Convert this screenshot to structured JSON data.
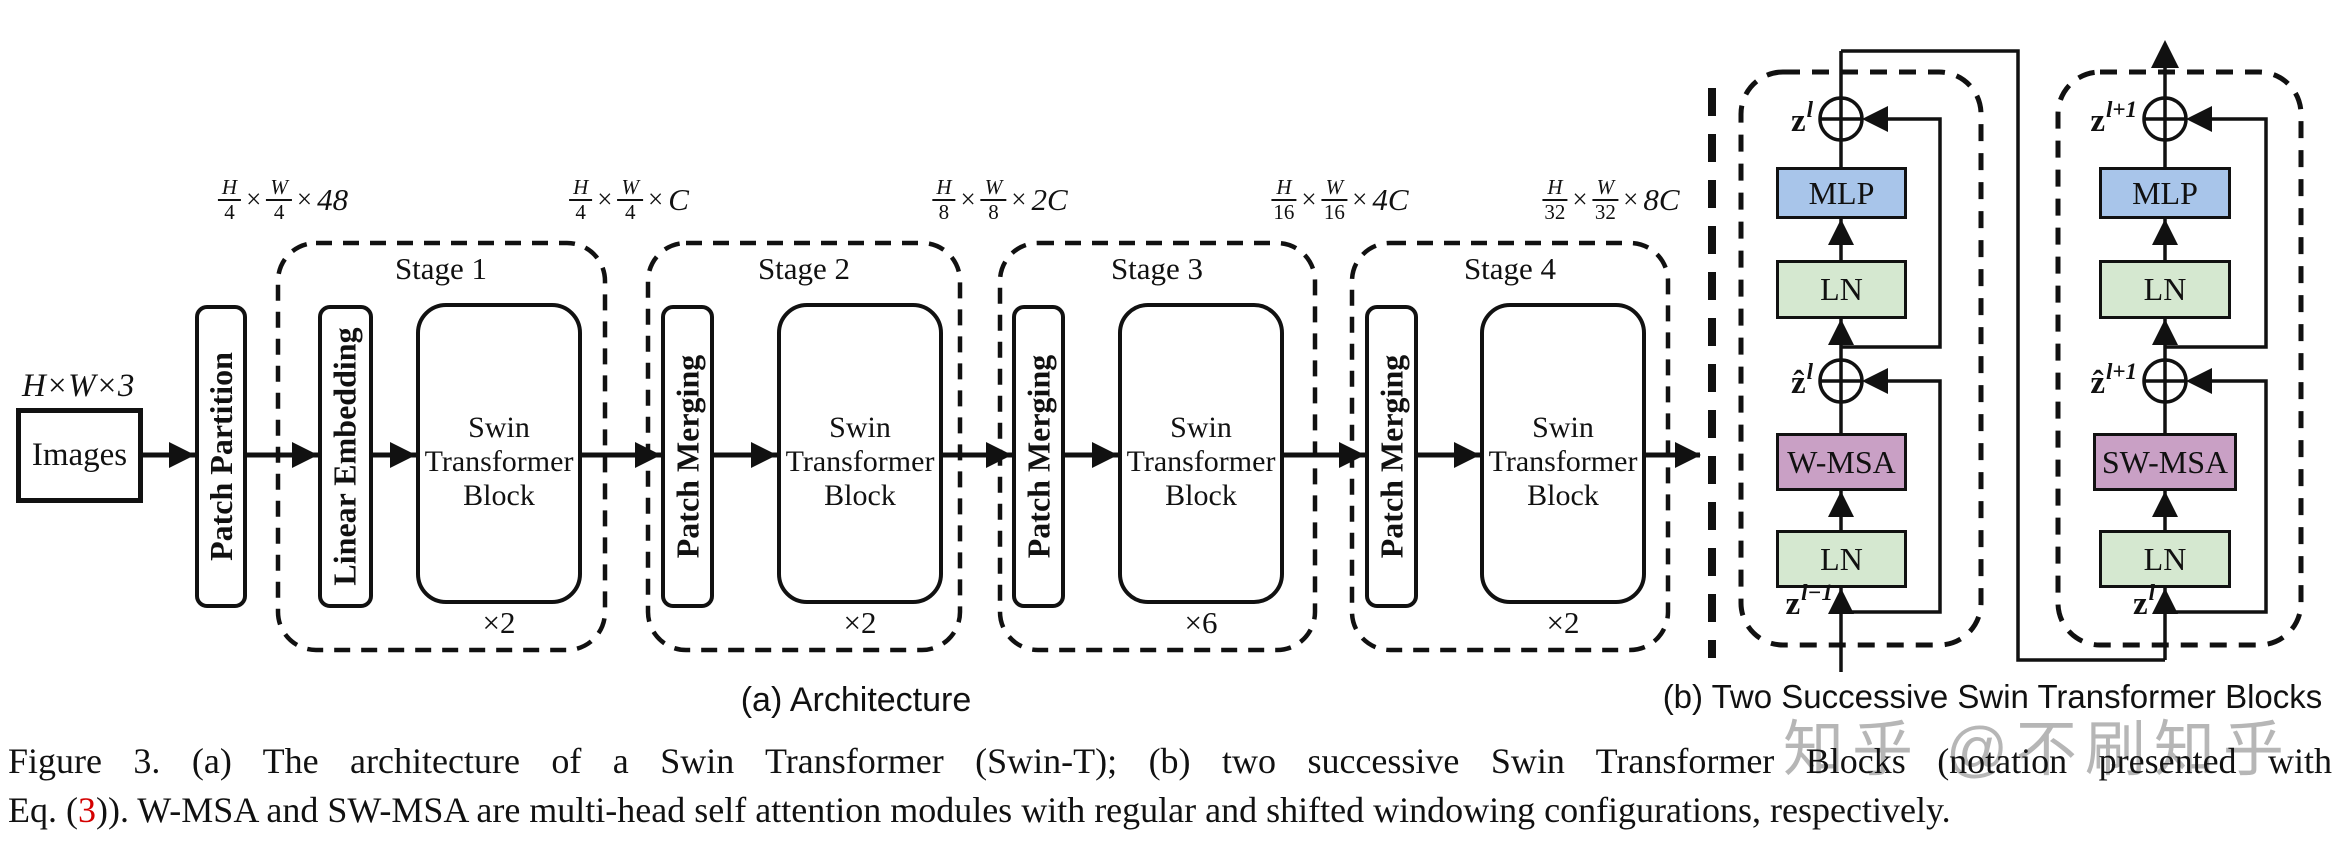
{
  "sym": {
    "times": "×"
  },
  "panel_a": {
    "caption": "(a) Architecture",
    "input_dim": "H×W×3",
    "input_label": "Images",
    "patch_partition": "Patch Partition",
    "dims": [
      {
        "n1": "H",
        "d1": "4",
        "n2": "W",
        "d2": "4",
        "tail": "48"
      },
      {
        "n1": "H",
        "d1": "4",
        "n2": "W",
        "d2": "4",
        "tail": "C"
      },
      {
        "n1": "H",
        "d1": "8",
        "n2": "W",
        "d2": "8",
        "tail": "2C"
      },
      {
        "n1": "H",
        "d1": "16",
        "n2": "W",
        "d2": "16",
        "tail": "4C"
      },
      {
        "n1": "H",
        "d1": "32",
        "n2": "W",
        "d2": "32",
        "tail": "8C"
      }
    ],
    "stages": [
      {
        "name": "Stage 1",
        "pre": "Linear Embedding",
        "block": "Swin\nTransformer\nBlock",
        "mult": "×2"
      },
      {
        "name": "Stage 2",
        "pre": "Patch Merging",
        "block": "Swin\nTransformer\nBlock",
        "mult": "×2"
      },
      {
        "name": "Stage 3",
        "pre": "Patch Merging",
        "block": "Swin\nTransformer\nBlock",
        "mult": "×6"
      },
      {
        "name": "Stage 4",
        "pre": "Patch Merging",
        "block": "Swin\nTransformer\nBlock",
        "mult": "×2"
      }
    ]
  },
  "panel_b": {
    "caption": "(b) Two Successive Swin Transformer Blocks",
    "blocks": [
      {
        "mlp": "MLP",
        "ln_top": "LN",
        "msa": "W-MSA",
        "ln_bottom": "LN",
        "out_base": "z",
        "out_sup": "l",
        "mid_base": "ẑ",
        "mid_sup": "l",
        "in_base": "z",
        "in_sup": "l−1"
      },
      {
        "mlp": "MLP",
        "ln_top": "LN",
        "msa": "SW-MSA",
        "ln_bottom": "LN",
        "out_base": "z",
        "out_sup": "l+1",
        "mid_base": "ẑ",
        "mid_sup": "l+1",
        "in_base": "z",
        "in_sup": "l"
      }
    ]
  },
  "figure_caption": {
    "line1": "Figure 3. (a) The architecture of a Swin Transformer (Swin-T); (b) two successive Swin Transformer Blocks (notation presented with",
    "line2_pre": "Eq. (",
    "line2_ref": "3",
    "line2_post": ")). W-MSA and SW-MSA are multi-head self attention modules with regular and shifted windowing configurations, respectively."
  },
  "watermark": "知乎 @不刷知乎",
  "colors": {
    "mlp_fill": "#a8c5ea",
    "ln_fill": "#d5e8d0",
    "msa_fill": "#c9a0c5",
    "eq_red": "#d40000",
    "watermark_gray": "#b6b6b6"
  }
}
